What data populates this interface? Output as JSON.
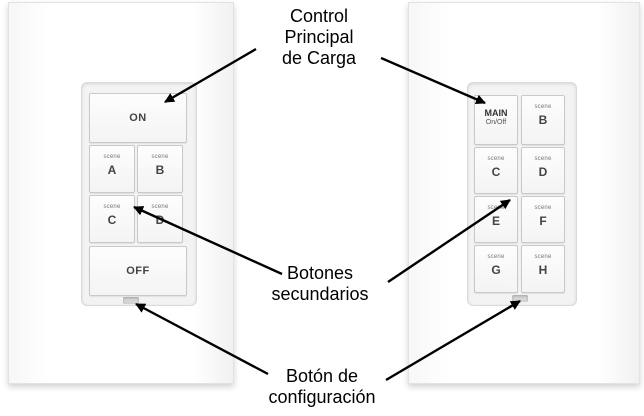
{
  "labels": {
    "main_control": [
      "Control",
      "Principal",
      "de Carga"
    ],
    "secondary_buttons": [
      "Botones",
      "secundarios"
    ],
    "config_button": [
      "Botón de",
      "configuración"
    ]
  },
  "left_keypad": {
    "on": "ON",
    "off": "OFF",
    "keys": [
      {
        "small": "scene",
        "big": "A"
      },
      {
        "small": "scene",
        "big": "B"
      },
      {
        "small": "scene",
        "big": "C"
      },
      {
        "small": "scene",
        "big": "D"
      }
    ]
  },
  "right_keypad": {
    "main": "MAIN",
    "main_sub": "On/Off",
    "keys": [
      {
        "small": "scene",
        "big": "B"
      },
      {
        "small": "scene",
        "big": "C"
      },
      {
        "small": "scene",
        "big": "D"
      },
      {
        "small": "scene",
        "big": "E"
      },
      {
        "small": "scene",
        "big": "F"
      },
      {
        "small": "scene",
        "big": "G"
      },
      {
        "small": "scene",
        "big": "H"
      }
    ]
  }
}
